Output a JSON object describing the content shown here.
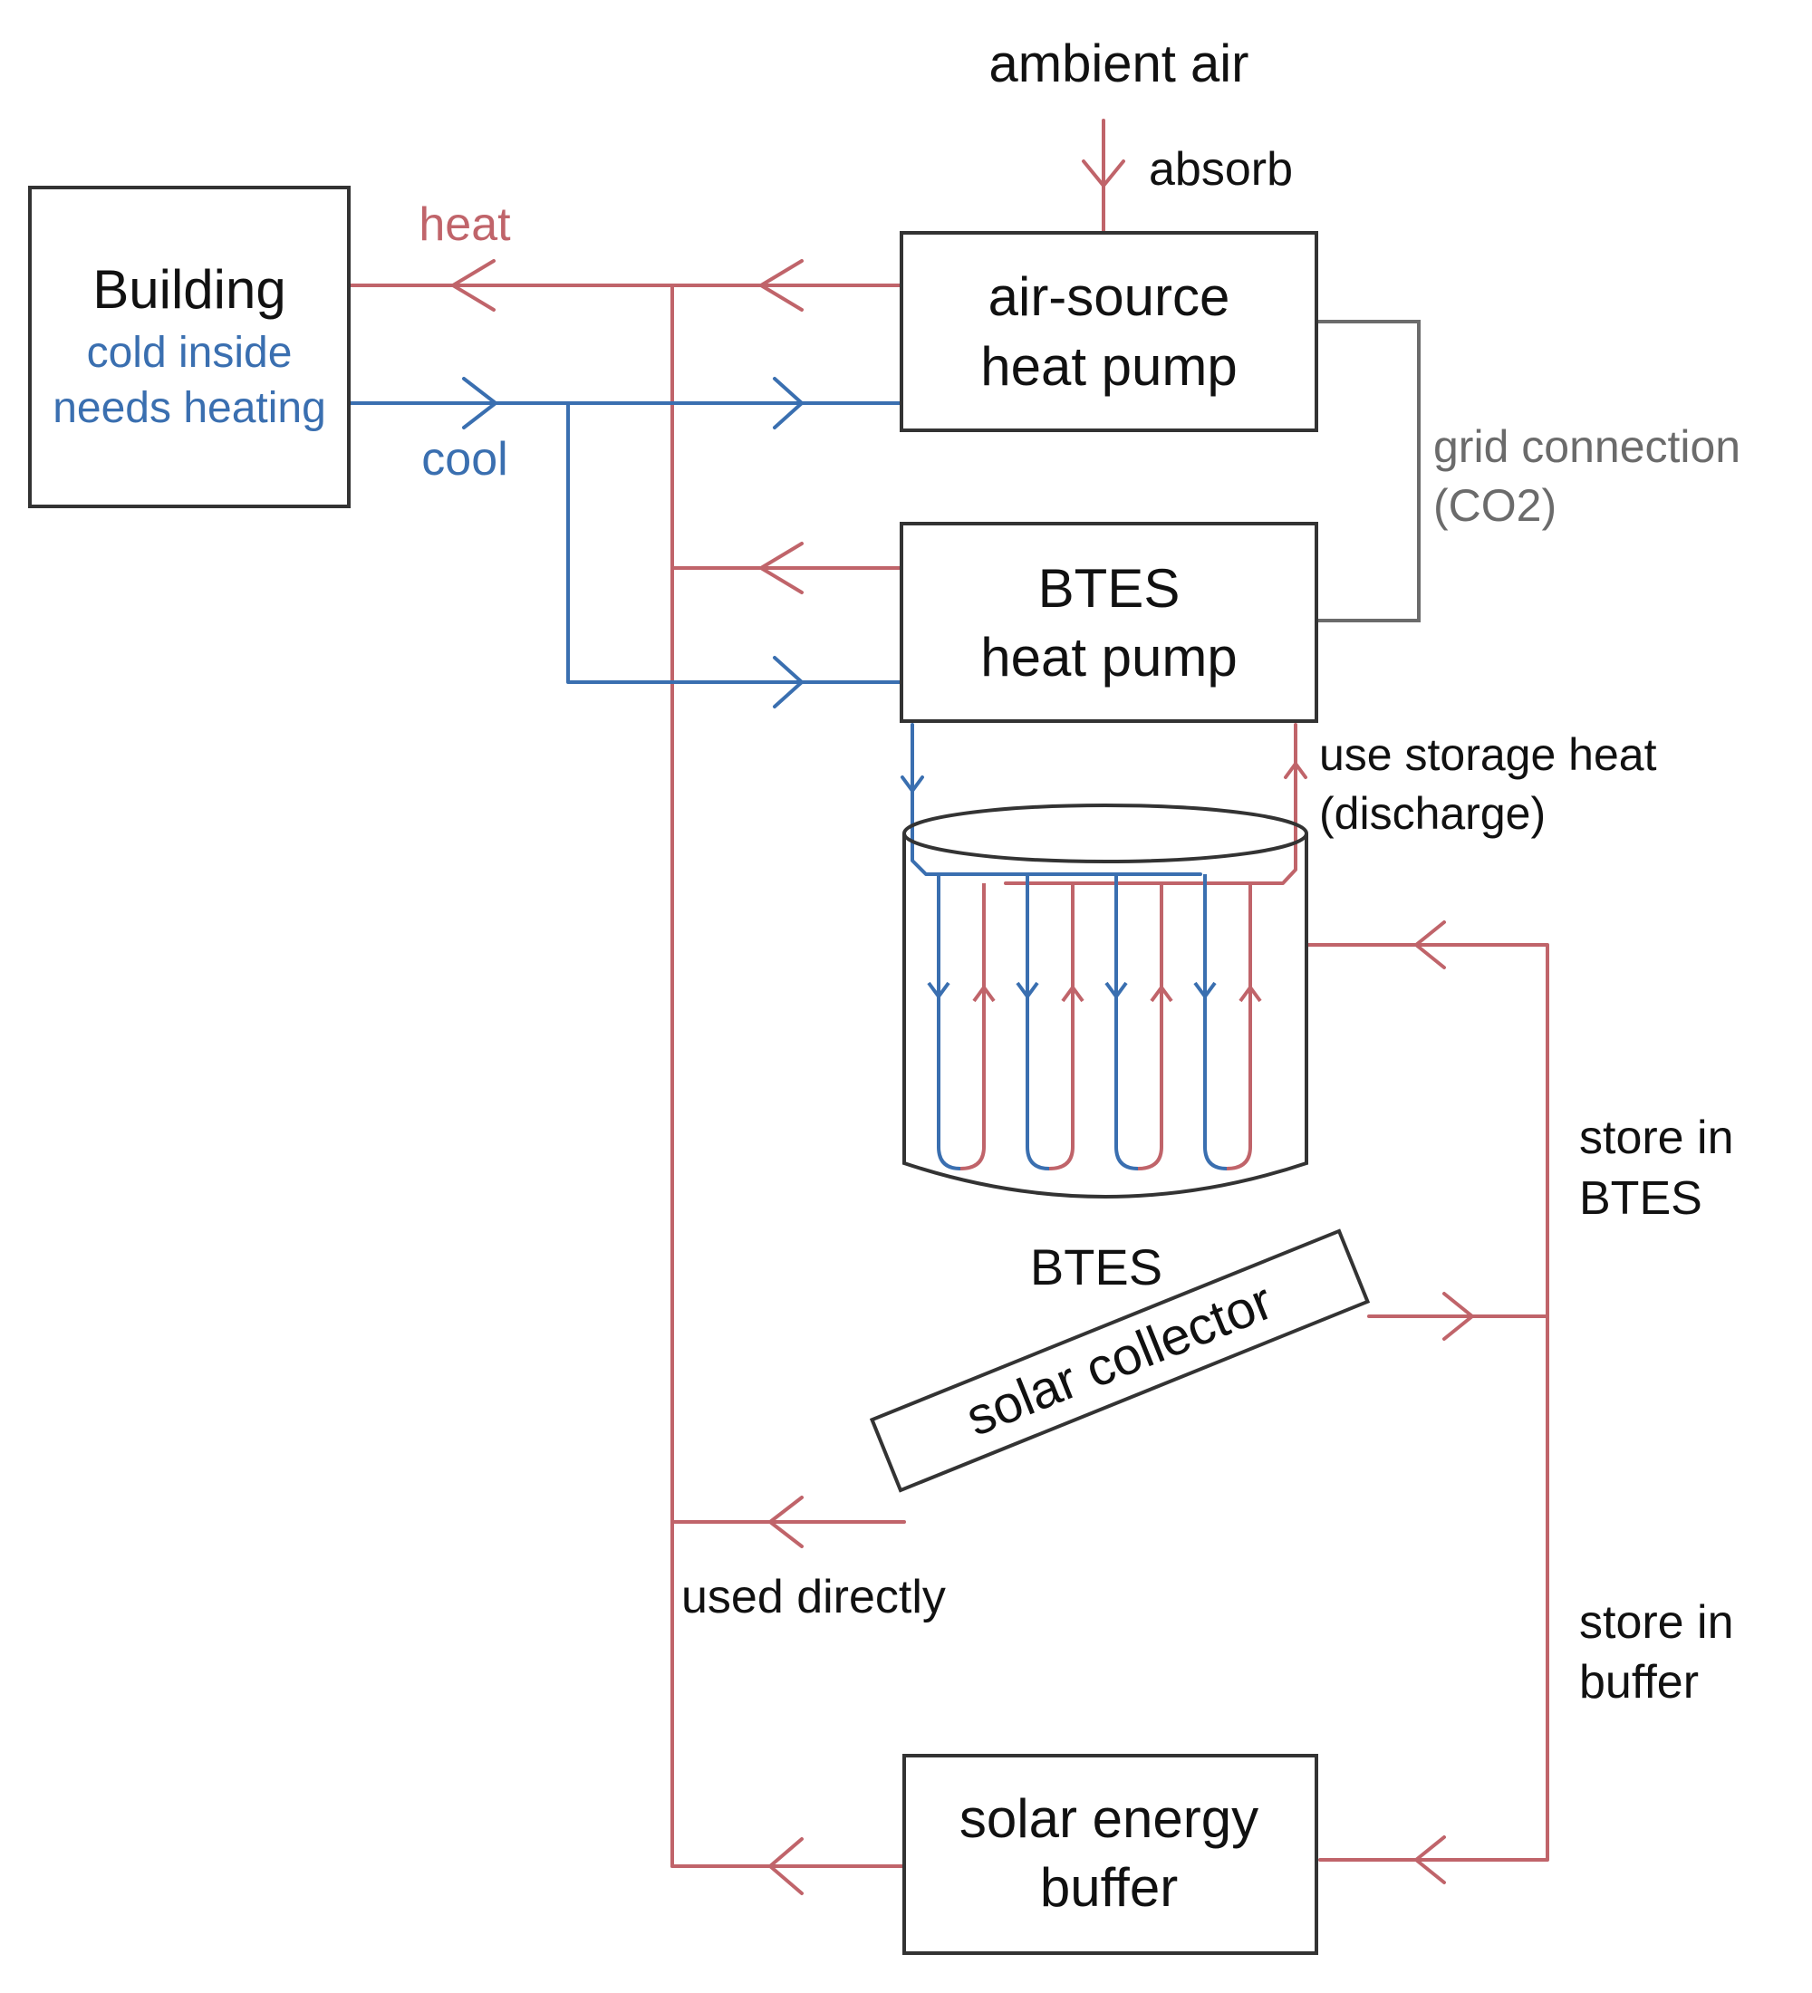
{
  "colors": {
    "heat": "#c0646a",
    "cool": "#3a6fb0",
    "grid": "#6b6b6b",
    "box_border": "#333333",
    "text": "#111111"
  },
  "labels": {
    "ambient_air": "ambient air",
    "absorb": "absorb",
    "heat": "heat",
    "cool": "cool",
    "building_title": "Building",
    "building_line1": "cold inside",
    "building_line2": "needs heating",
    "ashp_line1": "air-source",
    "ashp_line2": "heat pump",
    "btes_hp_line1": "BTES",
    "btes_hp_line2": "heat pump",
    "grid_line1": "grid connection",
    "grid_line2": "(CO2)",
    "discharge_line1": "use storage heat",
    "discharge_line2": "(discharge)",
    "btes": "BTES",
    "store_btes_line1": "store in",
    "store_btes_line2": "BTES",
    "solar_collector": "solar collector",
    "used_directly": "used directly",
    "store_buffer_line1": "store in",
    "store_buffer_line2": "buffer",
    "buffer_line1": "solar energy",
    "buffer_line2": "buffer"
  }
}
